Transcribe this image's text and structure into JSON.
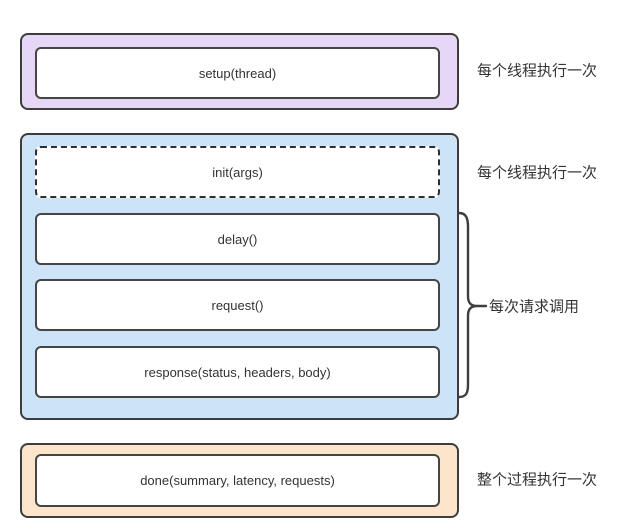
{
  "diagram": {
    "setup_section": {
      "box_label": "setup(thread)",
      "side_label": "每个线程执行一次"
    },
    "thread_section": {
      "init_box_label": "init(args)",
      "init_side_label": "每个线程执行一次",
      "delay_box_label": "delay()",
      "request_box_label": "request()",
      "response_box_label": "response(status, headers, body)",
      "brace_label": "每次请求调用"
    },
    "done_section": {
      "box_label": "done(summary, latency, requests)",
      "side_label": "整个过程执行一次"
    },
    "colors": {
      "setup_fill": "#e7d7f6",
      "thread_fill": "#cde4f8",
      "done_fill": "#fce5cb",
      "inner_fill": "#ffffff",
      "border": "#3d3d3d",
      "text": "#333333"
    }
  }
}
